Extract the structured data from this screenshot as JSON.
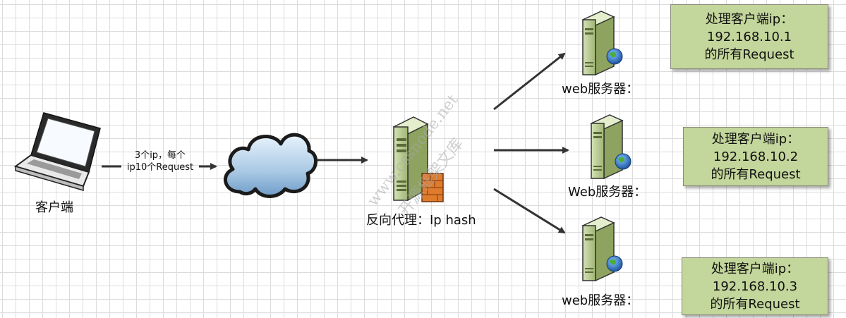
{
  "client": {
    "label": "客户端"
  },
  "edge_label": {
    "line1": "3个ip，每个",
    "line2": "ip10个Request"
  },
  "proxy": {
    "label": "反向代理：Ip hash"
  },
  "servers": [
    {
      "label": "web服务器："
    },
    {
      "label": "Web服务器："
    },
    {
      "label": "web服务器："
    }
  ],
  "notes": [
    {
      "line1": "处理客户端ip：",
      "line2": "192.168.10.1",
      "line3": "的所有Request"
    },
    {
      "line1": "处理客户端ip：",
      "line2": "192.168.10.2",
      "line3": "的所有Request"
    },
    {
      "line1": "处理客户端ip：",
      "line2": "192.168.10.3",
      "line3": "的所有Request"
    }
  ],
  "watermark": {
    "text1": "www.cssnode.net",
    "text2": "开源框架文库"
  },
  "colors": {
    "note_fill": "#c3d69b",
    "server_body": "#b3c78a",
    "arrow": "#333333"
  }
}
